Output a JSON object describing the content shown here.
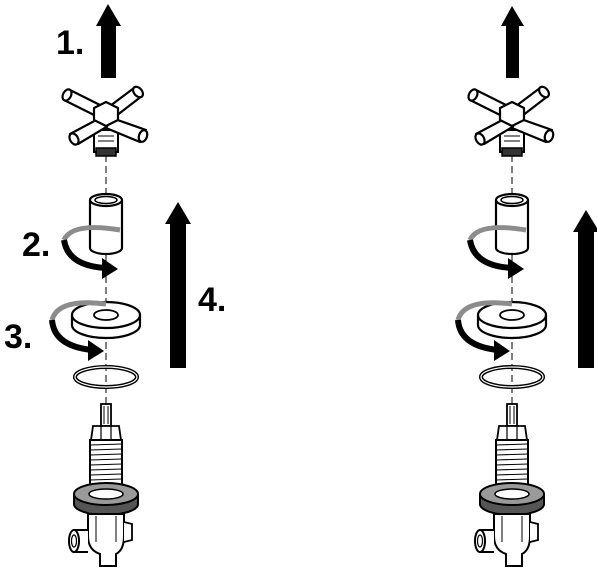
{
  "steps": [
    {
      "label": "1."
    },
    {
      "label": "2."
    },
    {
      "label": "3."
    },
    {
      "label": "4."
    }
  ],
  "colors": {
    "ink": "#000000",
    "paper": "#ffffff",
    "gray_arrow": "#8c8c8c",
    "flange_gray": "#9a9a9a",
    "dark_gray": "#555555"
  },
  "icons": {
    "handle": "cross-handle-icon",
    "sleeve": "sleeve-icon",
    "ring": "flange-ring-icon",
    "oring": "o-ring-icon",
    "cartridge": "valve-cartridge-icon",
    "up_arrow": "up-arrow-icon",
    "rotate_arrow": "rotate-arrow-icon"
  }
}
